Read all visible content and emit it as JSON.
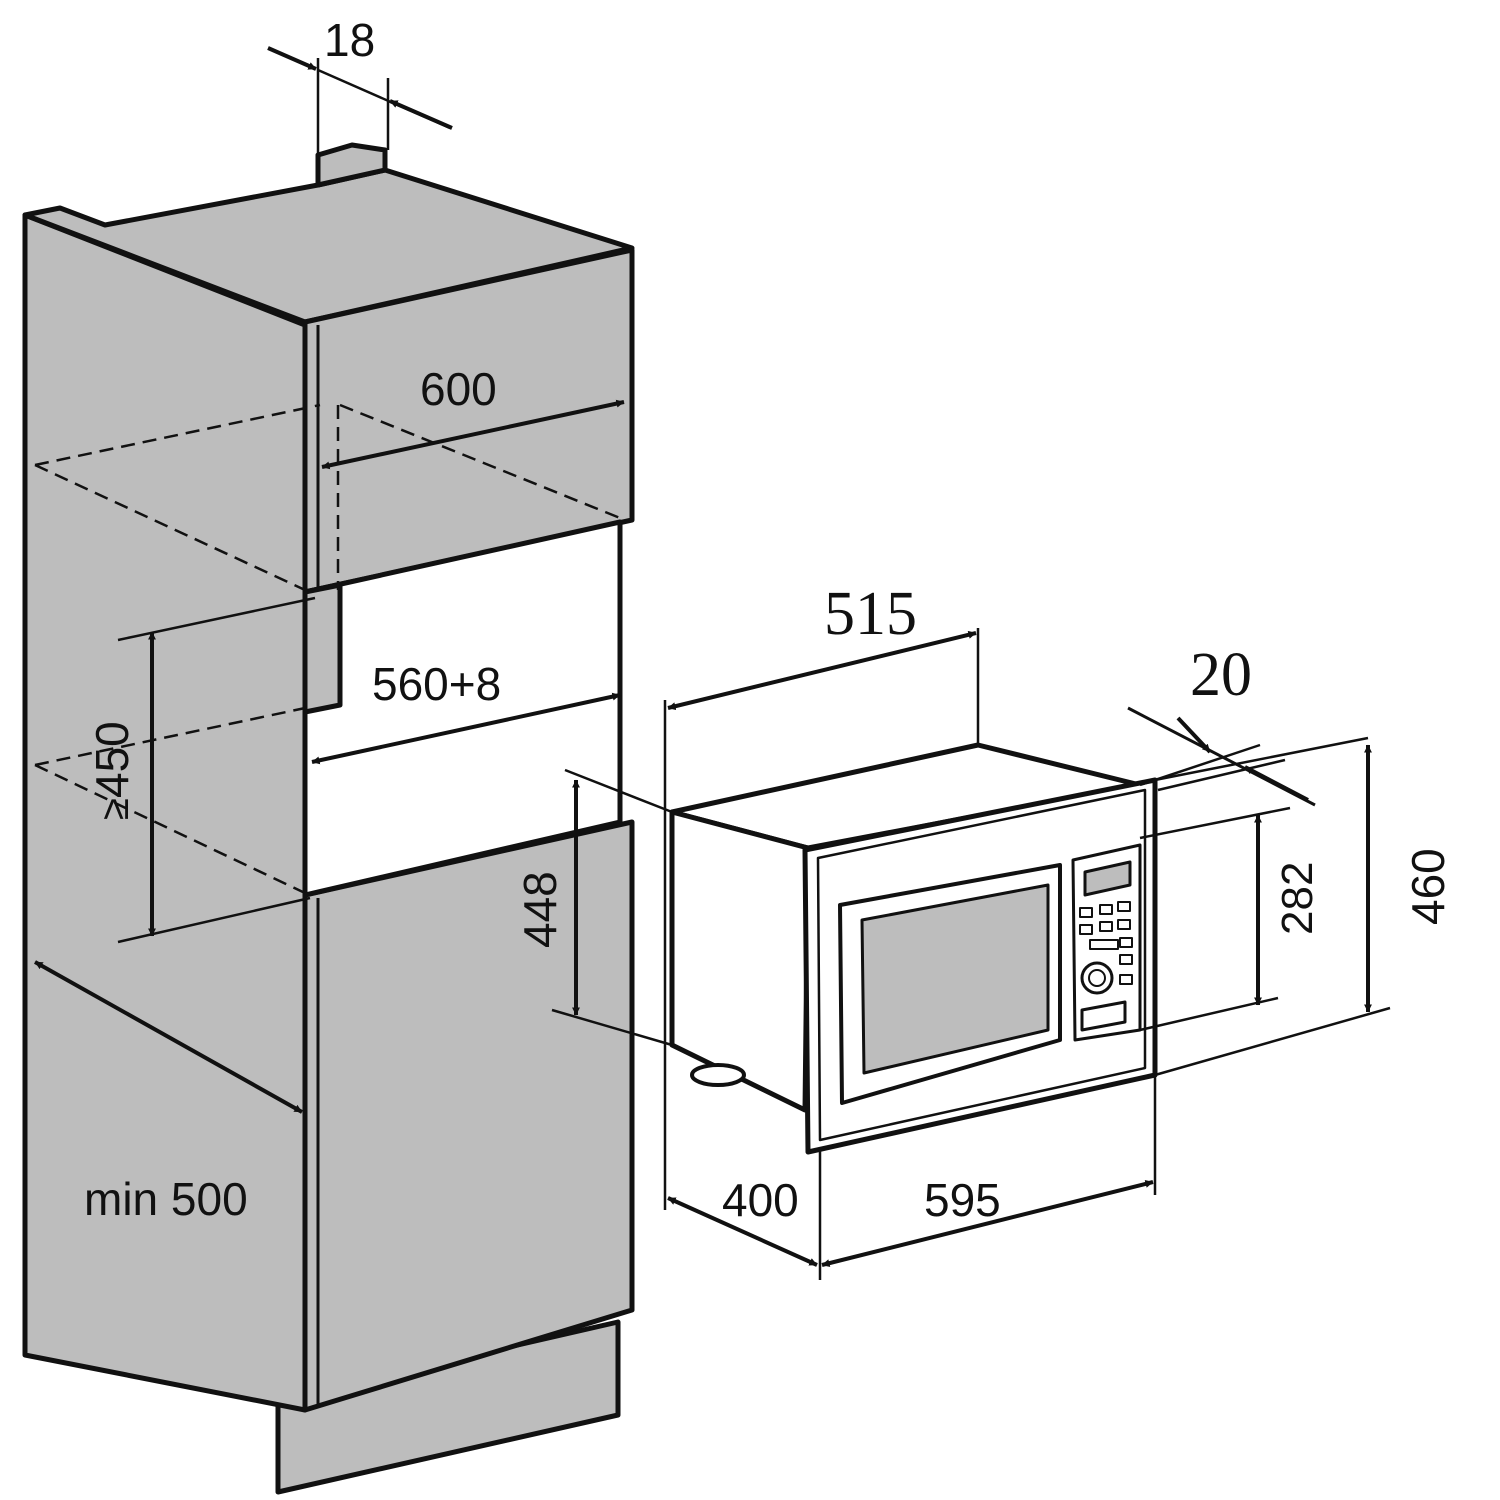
{
  "colors": {
    "cabinet_fill": "#bdbdbd",
    "microwave_fill": "#ffffff",
    "line": "#111111",
    "background": "#ffffff"
  },
  "dimensions": {
    "panel_thickness": "18",
    "cabinet_depth": "600",
    "opening_width": "560+8",
    "opening_height": "450",
    "opening_height_prefix": "≥",
    "min_height": "448",
    "min_depth": "min 500",
    "unit_depth": "515",
    "frame_thickness": "20",
    "unit_height": "282",
    "frame_height": "460",
    "frame_depth": "400",
    "frame_width": "595"
  }
}
